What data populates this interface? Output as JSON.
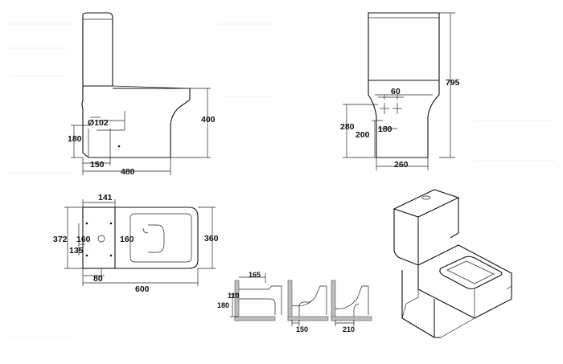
{
  "side_view": {
    "height": "400",
    "outlet_diameter": "Ø102",
    "outlet_height": "180",
    "outlet_offset": "150",
    "depth": "480"
  },
  "front_view": {
    "total_height": "795",
    "hole_spacing": "60",
    "seat_height": "280",
    "inner_height": "200",
    "inner_width": "180",
    "base_width": "260"
  },
  "plan_view": {
    "top_width": "141",
    "total_width": "372",
    "hole_left": "160",
    "hole_right": "160",
    "lower_spacing": "135",
    "outlet_offset": "80",
    "length": "600",
    "width": "360"
  },
  "outlets": {
    "top_offset": "165",
    "h_center": "110",
    "h_total": "180",
    "s_trap_a": "150",
    "s_trap_b": "210"
  }
}
